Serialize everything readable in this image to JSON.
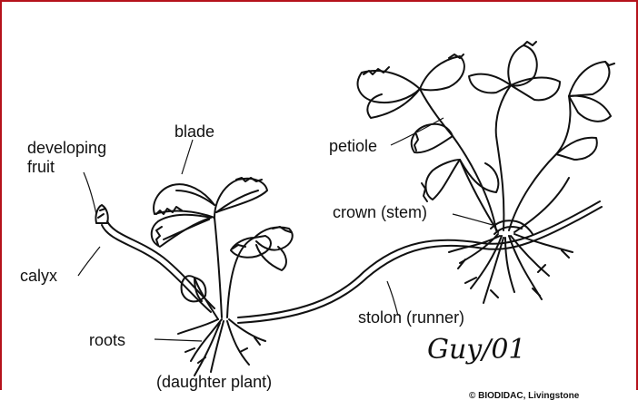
{
  "labels": {
    "developing_fruit_line1": "developing",
    "developing_fruit_line2": "fruit",
    "blade": "blade",
    "petiole": "petiole",
    "crown": "crown (stem)",
    "calyx": "calyx",
    "stolon": "stolon (runner)",
    "roots": "roots",
    "daughter_plant": "(daughter plant)"
  },
  "signature": "Guy/01",
  "credit": "© BIODIDAC, Livingstone",
  "colors": {
    "border": "#b5121b",
    "ink": "#111111"
  }
}
